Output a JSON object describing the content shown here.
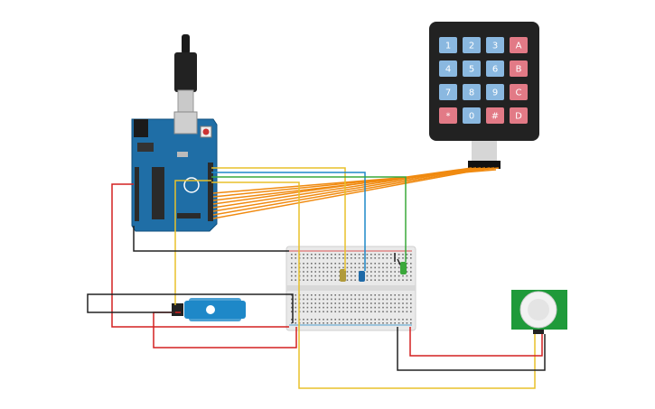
{
  "keypad": {
    "keys": [
      {
        "label": "1",
        "kind": "num"
      },
      {
        "label": "2",
        "kind": "num"
      },
      {
        "label": "3",
        "kind": "num"
      },
      {
        "label": "A",
        "kind": "letter"
      },
      {
        "label": "4",
        "kind": "num"
      },
      {
        "label": "5",
        "kind": "num"
      },
      {
        "label": "6",
        "kind": "num"
      },
      {
        "label": "B",
        "kind": "letter"
      },
      {
        "label": "7",
        "kind": "num"
      },
      {
        "label": "8",
        "kind": "num"
      },
      {
        "label": "9",
        "kind": "num"
      },
      {
        "label": "C",
        "kind": "letter"
      },
      {
        "label": "*",
        "kind": "letter"
      },
      {
        "label": "0",
        "kind": "num"
      },
      {
        "label": "#",
        "kind": "letter"
      },
      {
        "label": "D",
        "kind": "letter"
      }
    ]
  },
  "colors": {
    "wire_red": "#d42020",
    "wire_black": "#222222",
    "wire_yellow": "#e8c12a",
    "wire_blue": "#1e88c8",
    "wire_green": "#3aa83a",
    "wire_orange": "#f08a10",
    "arduino": "#1f6ea6",
    "keypad_body": "#222222",
    "key_num": "#8ab8e0",
    "key_letter": "#e27a86",
    "pir_board": "#1f9a3a",
    "breadboard": "#e9e9e9"
  }
}
